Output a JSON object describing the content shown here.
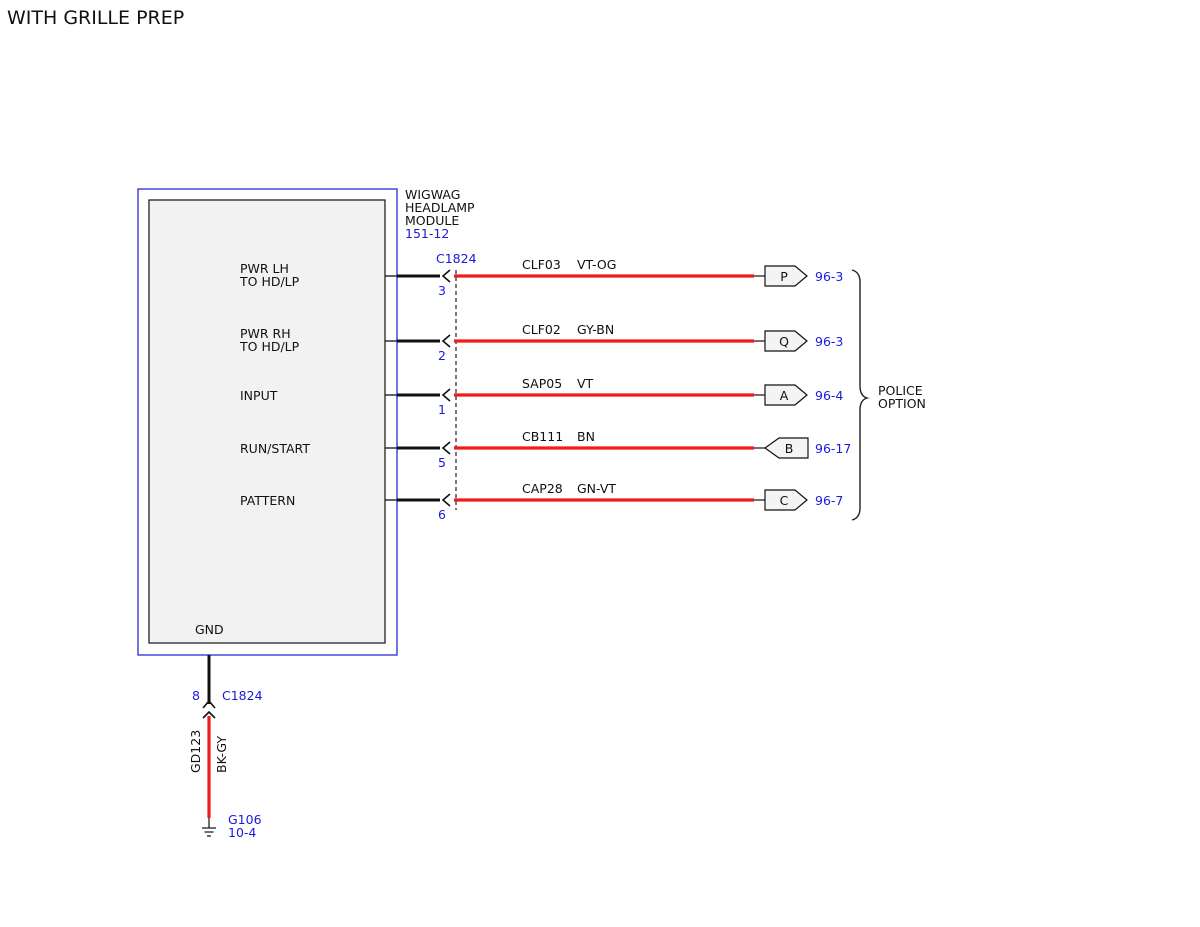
{
  "page": {
    "title": "WITH GRILLE PREP"
  },
  "module": {
    "name_lines": [
      "WIGWAG",
      "HEADLAMP",
      "MODULE"
    ],
    "ref": "151-12",
    "connector": "C1824",
    "gnd_label": "GND",
    "fill_color": "#f2f2f2",
    "outline_color": "#2a2ad8"
  },
  "circuits": [
    {
      "label_lines": [
        "PWR LH",
        "TO HD/LP"
      ],
      "pin": "3",
      "circuit": "CLF03",
      "color_code": "VT-OG",
      "connector_letter": "P",
      "page_ref": "96-3",
      "direction": "out"
    },
    {
      "label_lines": [
        "PWR RH",
        "TO HD/LP"
      ],
      "pin": "2",
      "circuit": "CLF02",
      "color_code": "GY-BN",
      "connector_letter": "Q",
      "page_ref": "96-3",
      "direction": "out"
    },
    {
      "label_lines": [
        "INPUT"
      ],
      "pin": "1",
      "circuit": "SAP05",
      "color_code": "VT",
      "connector_letter": "A",
      "page_ref": "96-4",
      "direction": "out"
    },
    {
      "label_lines": [
        "RUN/START"
      ],
      "pin": "5",
      "circuit": "CB111",
      "color_code": "BN",
      "connector_letter": "B",
      "page_ref": "96-17",
      "direction": "in"
    },
    {
      "label_lines": [
        "PATTERN"
      ],
      "pin": "6",
      "circuit": "CAP28",
      "color_code": "GN-VT",
      "connector_letter": "C",
      "page_ref": "96-7",
      "direction": "out"
    }
  ],
  "police_option": {
    "lines": [
      "POLICE",
      "OPTION"
    ]
  },
  "ground": {
    "pin": "8",
    "connector": "C1824",
    "circuit": "GD123",
    "color_code": "BK-GY",
    "ground_id": "G106",
    "ground_ref": "10-4"
  },
  "colors": {
    "wire": "#ee1c1c",
    "harness": "#111111",
    "ref_text": "#1a1adc"
  }
}
